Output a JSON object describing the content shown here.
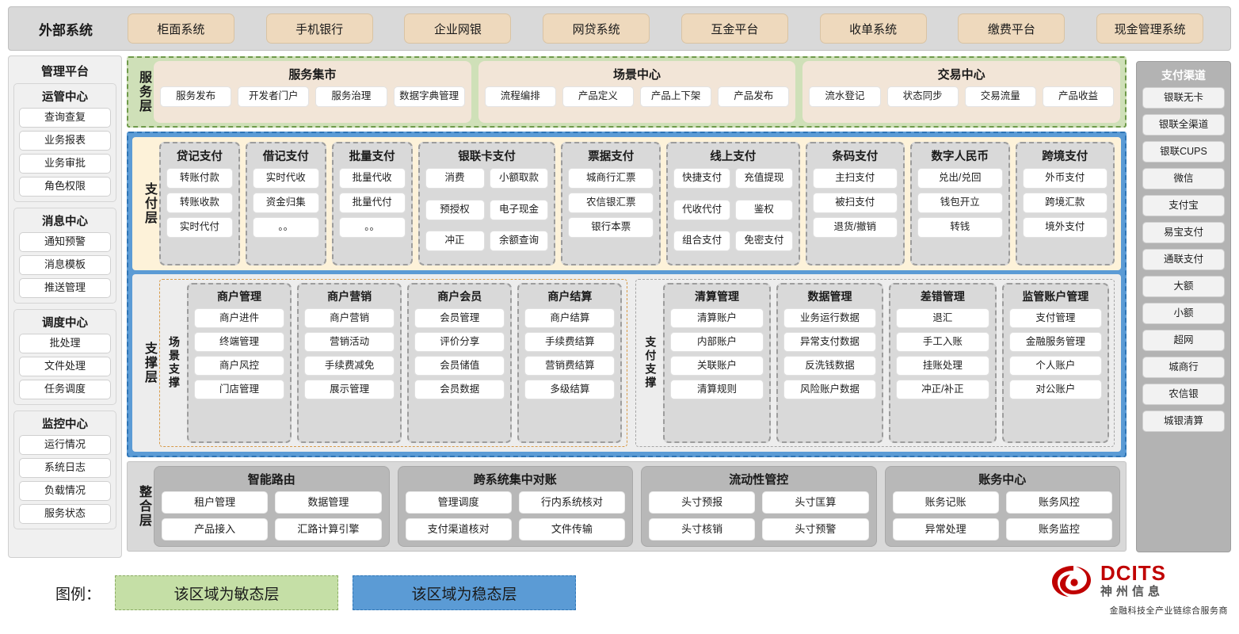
{
  "external": {
    "title": "外部系统",
    "items": [
      "柜面系统",
      "手机银行",
      "企业网银",
      "网贷系统",
      "互金平台",
      "收单系统",
      "缴费平台",
      "现金管理系统"
    ]
  },
  "left_sidebar": {
    "title": "管理平台",
    "groups": [
      {
        "title": "运管中心",
        "items": [
          "查询查复",
          "业务报表",
          "业务审批",
          "角色权限"
        ]
      },
      {
        "title": "消息中心",
        "items": [
          "通知预警",
          "消息模板",
          "推送管理"
        ]
      },
      {
        "title": "调度中心",
        "items": [
          "批处理",
          "文件处理",
          "任务调度"
        ]
      },
      {
        "title": "监控中心",
        "items": [
          "运行情况",
          "系统日志",
          "负载情况",
          "服务状态"
        ]
      }
    ]
  },
  "right_sidebar": {
    "title": "支付渠道",
    "items": [
      "银联无卡",
      "银联全渠道",
      "银联CUPS",
      "微信",
      "支付宝",
      "易宝支付",
      "通联支付",
      "大额",
      "小额",
      "超网",
      "城商行",
      "农信银",
      "城银清算"
    ]
  },
  "service_layer": {
    "label": "服务层",
    "groups": [
      {
        "title": "服务集市",
        "items": [
          "服务发布",
          "开发者门户",
          "服务治理",
          "数据字典管理"
        ]
      },
      {
        "title": "场景中心",
        "items": [
          "流程编排",
          "产品定义",
          "产品上下架",
          "产品发布"
        ]
      },
      {
        "title": "交易中心",
        "items": [
          "流水登记",
          "状态同步",
          "交易流量",
          "产品收益"
        ]
      }
    ]
  },
  "payment_layer": {
    "label": "支付层",
    "groups": [
      {
        "title": "贷记支付",
        "cols": 1,
        "items": [
          "转账付款",
          "转账收款",
          "实时代付"
        ]
      },
      {
        "title": "借记支付",
        "cols": 1,
        "items": [
          "实时代收",
          "资金归集",
          "。。"
        ]
      },
      {
        "title": "批量支付",
        "cols": 1,
        "items": [
          "批量代收",
          "批量代付",
          "。。"
        ]
      },
      {
        "title": "银联卡支付",
        "cols": 2,
        "items": [
          "消费",
          "小额取款",
          "预授权",
          "电子现金",
          "冲正",
          "余额查询"
        ]
      },
      {
        "title": "票据支付",
        "cols": 1,
        "items": [
          "城商行汇票",
          "农信银汇票",
          "银行本票"
        ]
      },
      {
        "title": "线上支付",
        "cols": 2,
        "items": [
          "快捷支付",
          "充值提现",
          "代收代付",
          "鉴权",
          "组合支付",
          "免密支付"
        ]
      },
      {
        "title": "条码支付",
        "cols": 1,
        "items": [
          "主扫支付",
          "被扫支付",
          "退货/撤销"
        ]
      },
      {
        "title": "数字人民币",
        "cols": 1,
        "items": [
          "兑出/兑回",
          "钱包开立",
          "转钱"
        ]
      },
      {
        "title": "跨境支付",
        "cols": 1,
        "items": [
          "外币支付",
          "跨境汇款",
          "境外支付"
        ]
      }
    ]
  },
  "support_layer": {
    "label": "支撑层",
    "sections": [
      {
        "label": "场景支撑",
        "groups": [
          {
            "title": "商户管理",
            "items": [
              "商户进件",
              "终端管理",
              "商户风控",
              "门店管理"
            ]
          },
          {
            "title": "商户营销",
            "items": [
              "商户营销",
              "营销活动",
              "手续费减免",
              "展示管理"
            ]
          },
          {
            "title": "商户会员",
            "items": [
              "会员管理",
              "评价分享",
              "会员储值",
              "会员数据"
            ]
          },
          {
            "title": "商户结算",
            "items": [
              "商户结算",
              "手续费结算",
              "营销费结算",
              "多级结算"
            ]
          }
        ]
      },
      {
        "label": "支付支撑",
        "groups": [
          {
            "title": "清算管理",
            "items": [
              "清算账户",
              "内部账户",
              "关联账户",
              "清算规则"
            ]
          },
          {
            "title": "数据管理",
            "items": [
              "业务运行数据",
              "异常支付数据",
              "反洗钱数据",
              "风险账户数据"
            ]
          },
          {
            "title": "差错管理",
            "items": [
              "退汇",
              "手工入账",
              "挂账处理",
              "冲正/补正"
            ]
          },
          {
            "title": "监管账户管理",
            "items": [
              "支付管理",
              "金融服务管理",
              "个人账户",
              "对公账户"
            ]
          }
        ]
      }
    ]
  },
  "integration_layer": {
    "label": "整合层",
    "groups": [
      {
        "title": "智能路由",
        "items": [
          "租户管理",
          "数据管理",
          "产品接入",
          "汇路计算引擎"
        ]
      },
      {
        "title": "跨系统集中对账",
        "items": [
          "管理调度",
          "行内系统核对",
          "支付渠道核对",
          "文件传输"
        ]
      },
      {
        "title": "流动性管控",
        "items": [
          "头寸预报",
          "头寸匡算",
          "头寸核销",
          "头寸预警"
        ]
      },
      {
        "title": "账务中心",
        "items": [
          "账务记账",
          "账务风控",
          "异常处理",
          "账务监控"
        ]
      }
    ]
  },
  "legend": {
    "label": "图例：",
    "agile": "该区域为敏态层",
    "stable": "该区域为稳态层",
    "agile_color": "#c5dfa6",
    "stable_color": "#5b9bd5"
  },
  "logo": {
    "brand_en": "DCITS",
    "brand_cn": "神州信息",
    "tagline": "金融科技全产业链综合服务商",
    "brand_color": "#c00000"
  }
}
